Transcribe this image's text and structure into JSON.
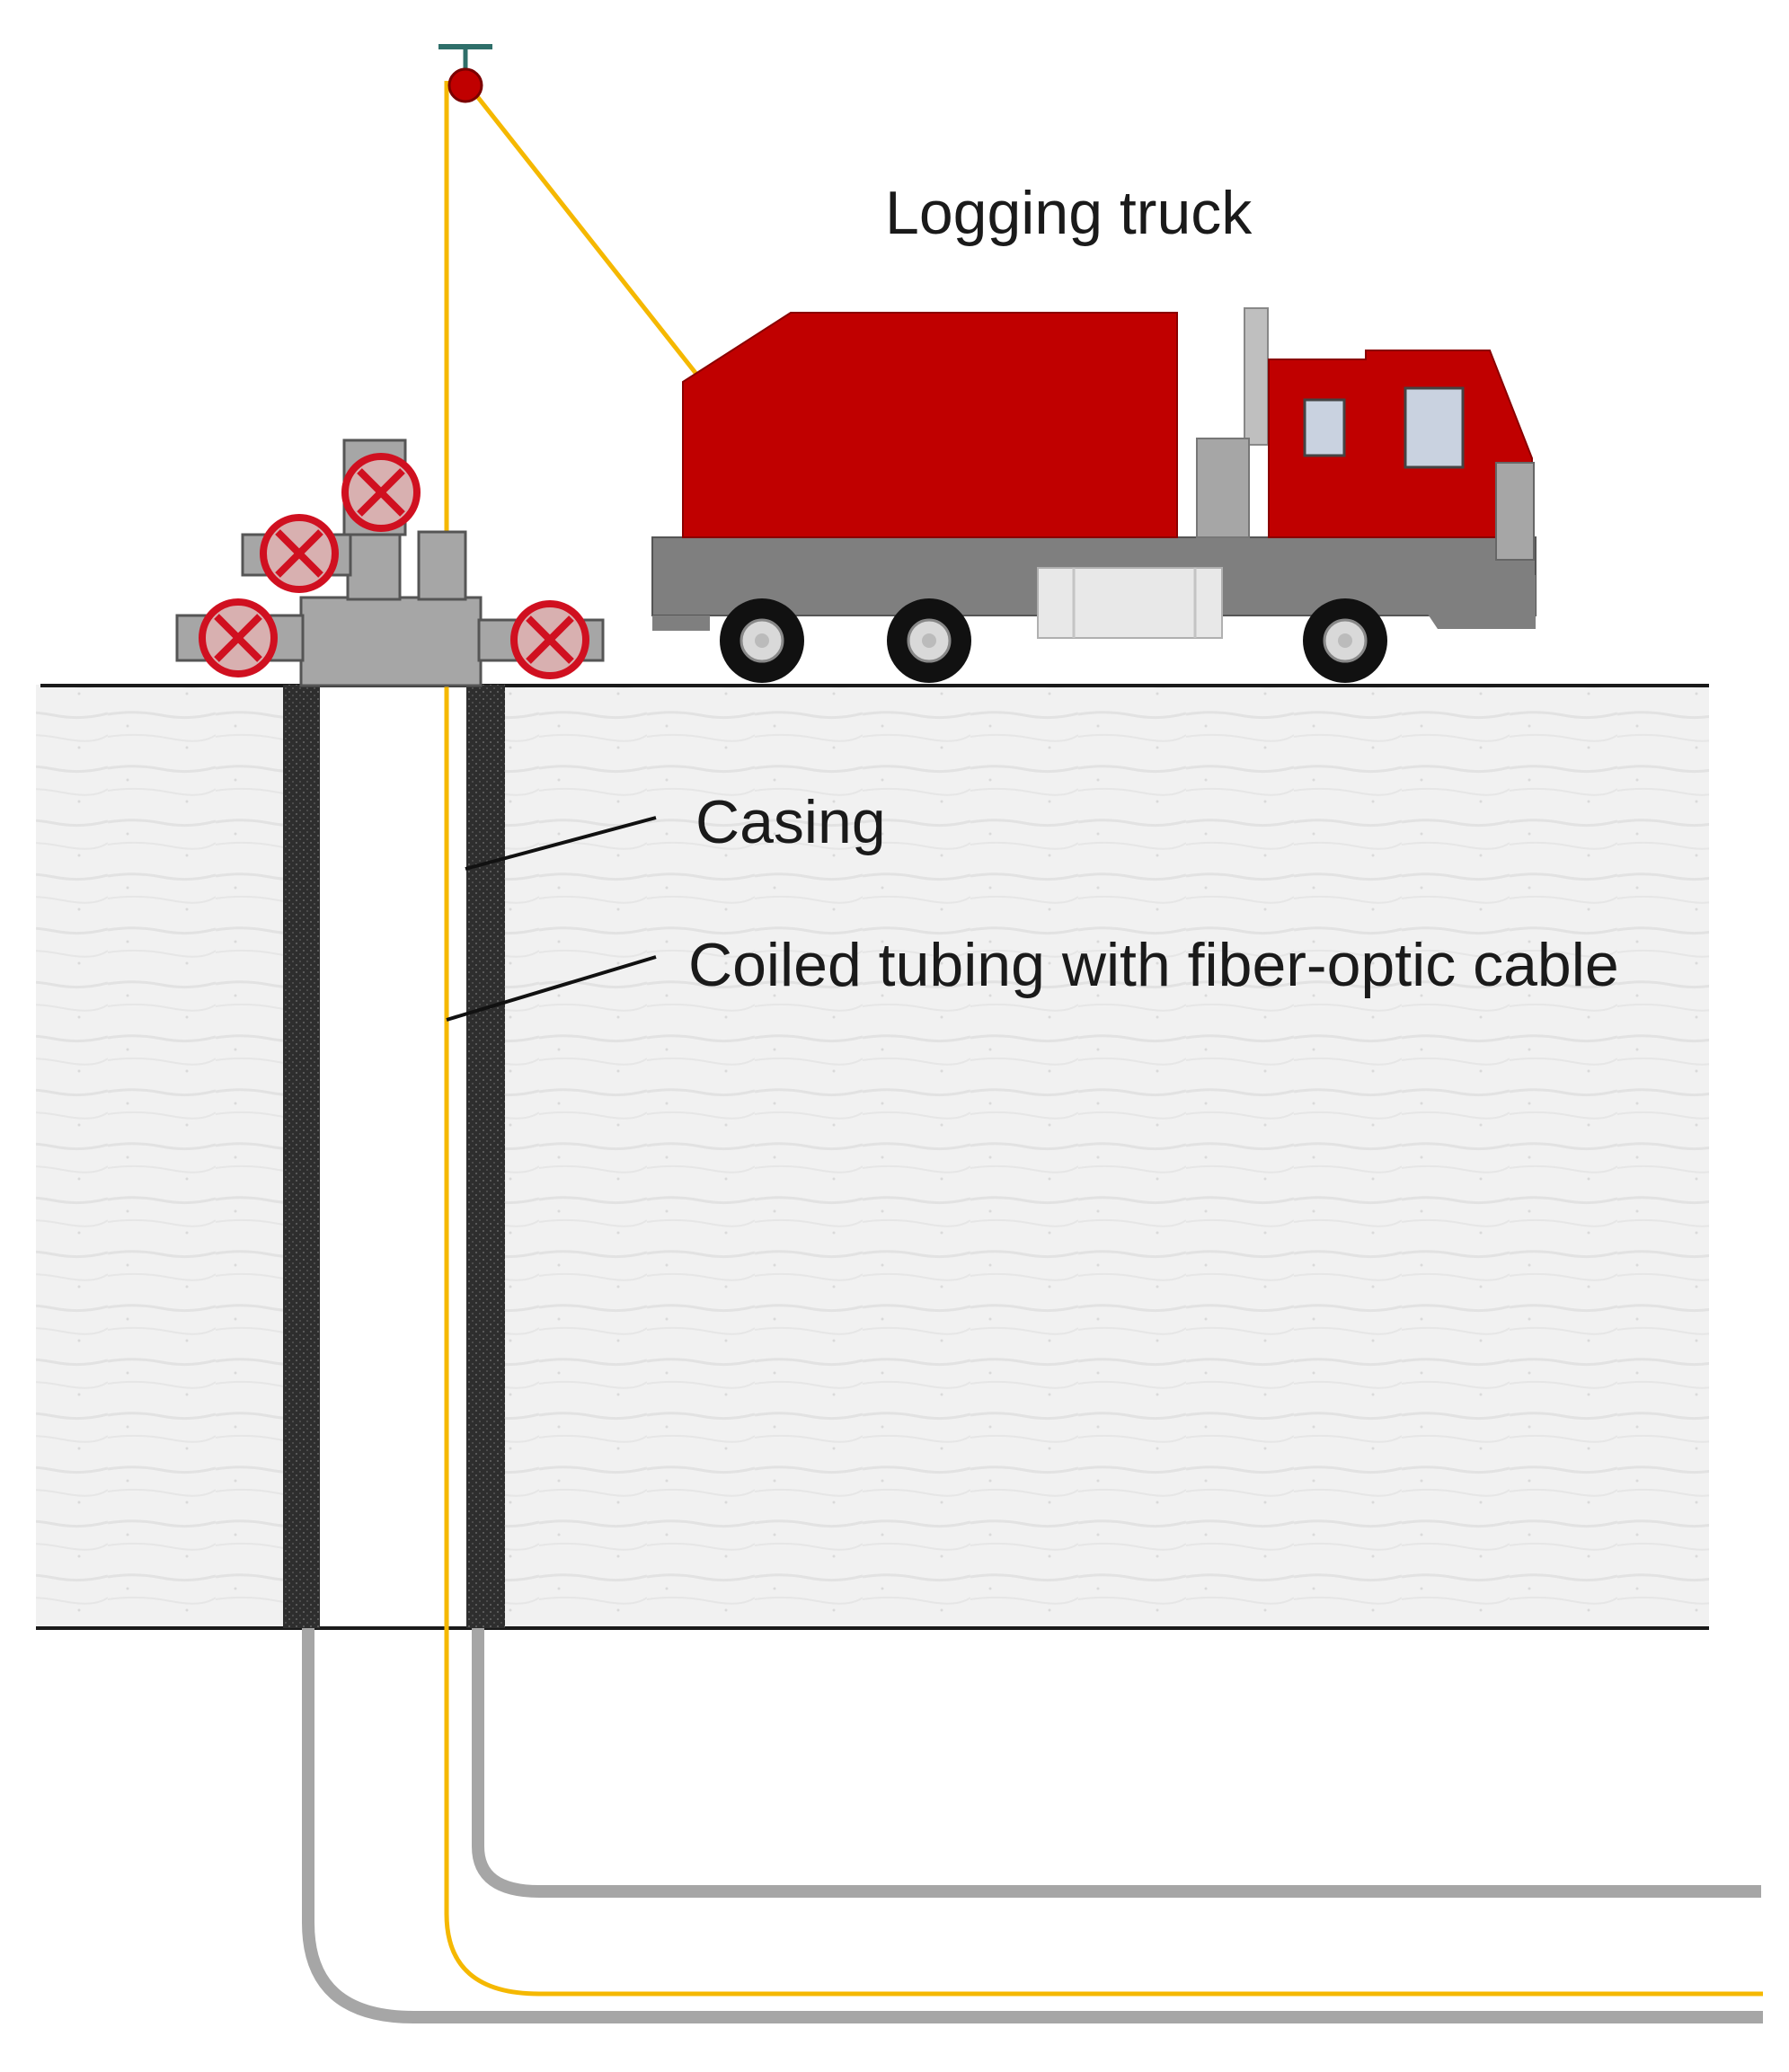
{
  "labels": {
    "truck": "Logging truck",
    "casing": "Casing",
    "coiled_tubing": "Coiled tubing with fiber-optic cable"
  },
  "colors": {
    "truck_red": "#c00000",
    "truck_gray": "#7f7f7f",
    "cable_yellow": "#f5b800",
    "casing_dark": "#3a3a3a",
    "pipe_gray": "#a6a6a6",
    "valve_red": "#d01020",
    "pulley_red": "#c00000",
    "pulley_mount": "#2f6f6a"
  }
}
